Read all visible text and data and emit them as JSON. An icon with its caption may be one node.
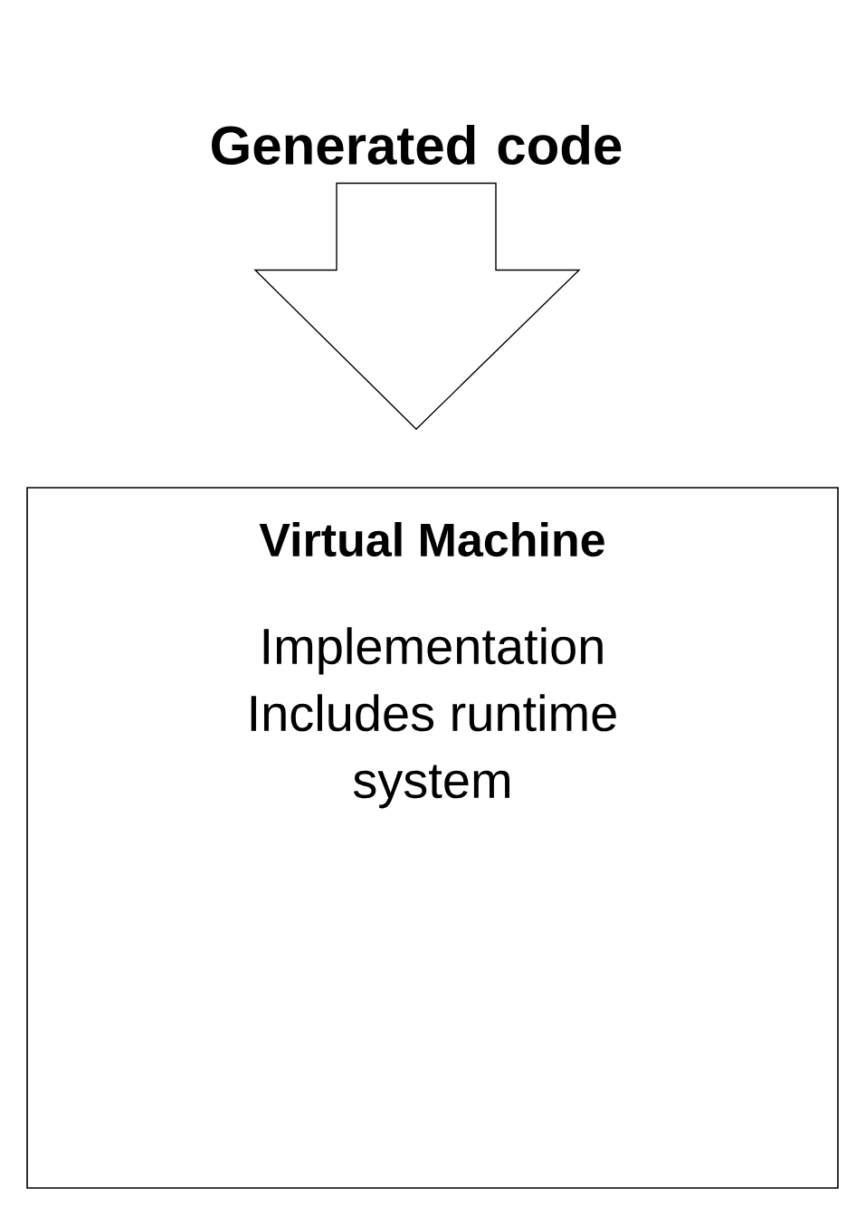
{
  "diagram": {
    "nodes": [
      {
        "text": [
          "Generated code"
        ]
      },
      {
        "text": [
          "Virtual Machine",
          "Implementation Includes runtime system"
        ]
      }
    ],
    "edges": [
      {
        "from": 0,
        "to": 1,
        "arrow": "to"
      }
    ]
  }
}
